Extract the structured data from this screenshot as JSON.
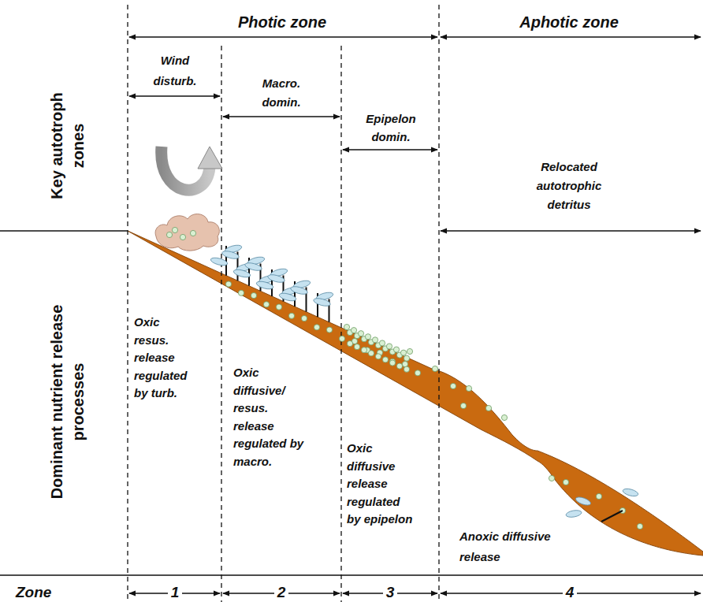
{
  "diagram": {
    "labels": [
      "Photic zone",
      "Aphotic zone",
      "Key autotroph zones",
      "Wind disturb.",
      "Macro. domin.",
      "Epipelon domin.",
      "Relocated autotrophic detritus",
      "Dominant nutrient release processes",
      "Oxic resus. release regulated by turb.",
      "Oxic diffusive/ resus. release regulated by macro.",
      "Oxic diffusive release regulated by epipelon",
      "Anoxic diffusive release",
      "Zone",
      "1",
      "2",
      "3",
      "4"
    ]
  }
}
